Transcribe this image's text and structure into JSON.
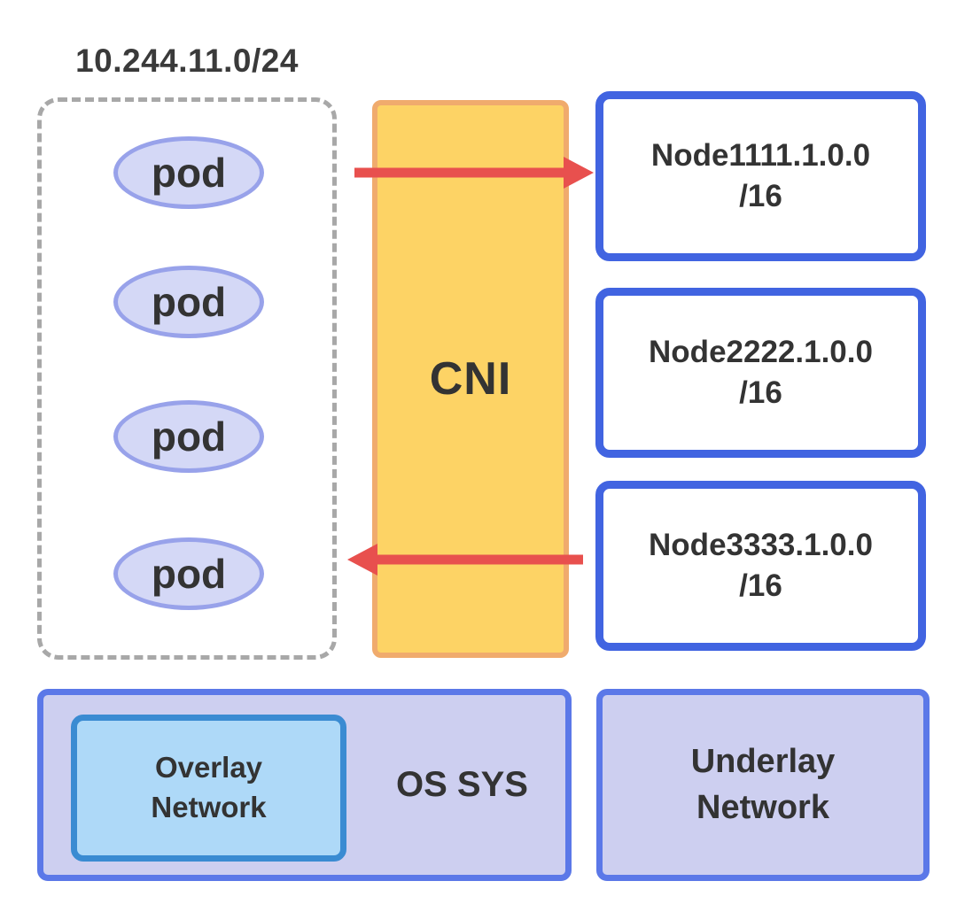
{
  "diagram": {
    "subnet_label": "10.244.11.0/24",
    "pods": [
      {
        "label": "pod"
      },
      {
        "label": "pod"
      },
      {
        "label": "pod"
      },
      {
        "label": "pod"
      }
    ],
    "cni": {
      "label": "CNI"
    },
    "nodes": [
      {
        "line1": "Node1111.1.0.0",
        "line2": "/16"
      },
      {
        "line1": "Node2222.1.0.0",
        "line2": "/16"
      },
      {
        "line1": "Node3333.1.0.0",
        "line2": "/16"
      }
    ],
    "arrows": [
      {
        "name": "pods-to-node1",
        "direction": "right"
      },
      {
        "name": "node3-to-pods",
        "direction": "left"
      }
    ],
    "host_left": {
      "overlay": {
        "line1": "Overlay",
        "line2": "Network"
      },
      "os_label": "OS SYS"
    },
    "host_right": {
      "line1": "Underlay",
      "line2": "Network"
    },
    "colors": {
      "arrow": "#e8504e",
      "pod_fill": "#d4d8f6",
      "pod_border": "#98a2ea",
      "cni_fill": "#fdd365",
      "cni_border": "#f0ab6d",
      "node_border": "#4164e1",
      "dashed_border": "#a8a8a8",
      "host_fill": "#cdcff0",
      "host_border": "#5b78e8",
      "overlay_fill": "#aed9f8",
      "overlay_border": "#3a8bd2",
      "text": "#333333"
    }
  }
}
